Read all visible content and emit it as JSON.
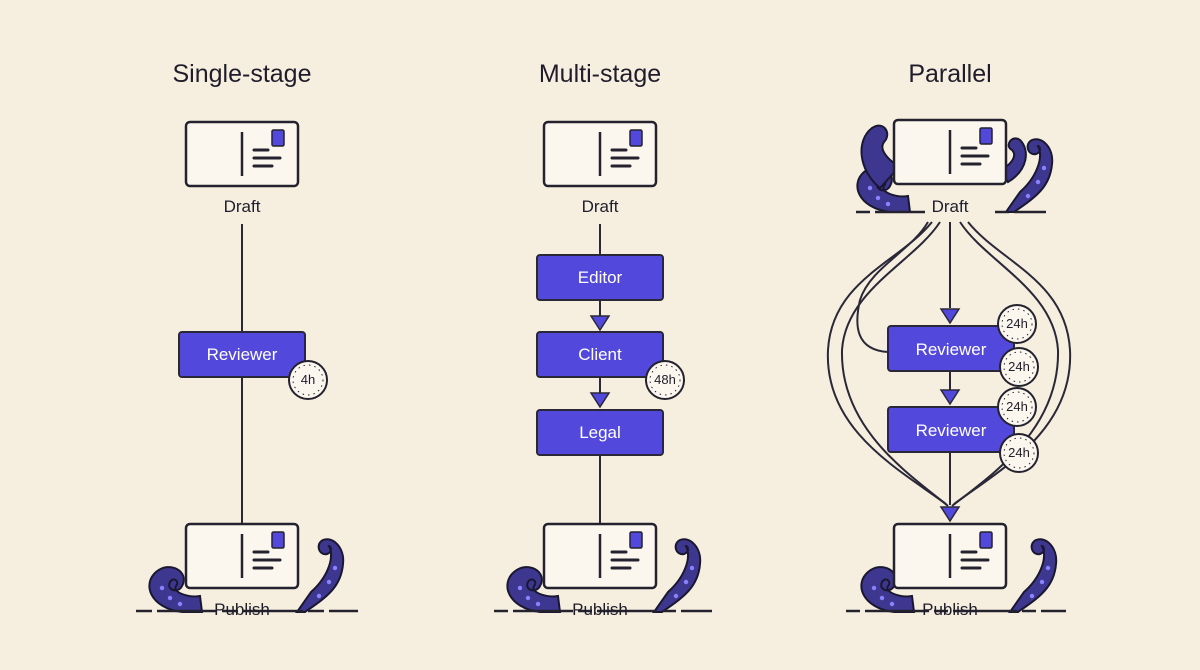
{
  "columns": [
    {
      "title": "Single-stage",
      "start": "Draft",
      "end": "Publish",
      "stages": [
        {
          "label": "Reviewer",
          "timer": "4h"
        }
      ]
    },
    {
      "title": "Multi-stage",
      "start": "Draft",
      "end": "Publish",
      "stages": [
        {
          "label": "Editor",
          "timer": ""
        },
        {
          "label": "Client",
          "timer": "48h"
        },
        {
          "label": "Legal",
          "timer": ""
        }
      ]
    },
    {
      "title": "Parallel",
      "start": "Draft",
      "end": "Publish",
      "stages": [
        {
          "label": "Reviewer",
          "timers": [
            "24h",
            "24h"
          ]
        },
        {
          "label": "Reviewer",
          "timers": [
            "24h",
            "24h"
          ]
        }
      ]
    }
  ],
  "colors": {
    "background": "#f6efdf",
    "stage_fill": "#5248dc",
    "tentacle": "#3e3790",
    "ink": "#24222f"
  },
  "icons": [
    "postcard-icon",
    "clock-icon",
    "tentacle-icon",
    "arrow-down-icon"
  ]
}
